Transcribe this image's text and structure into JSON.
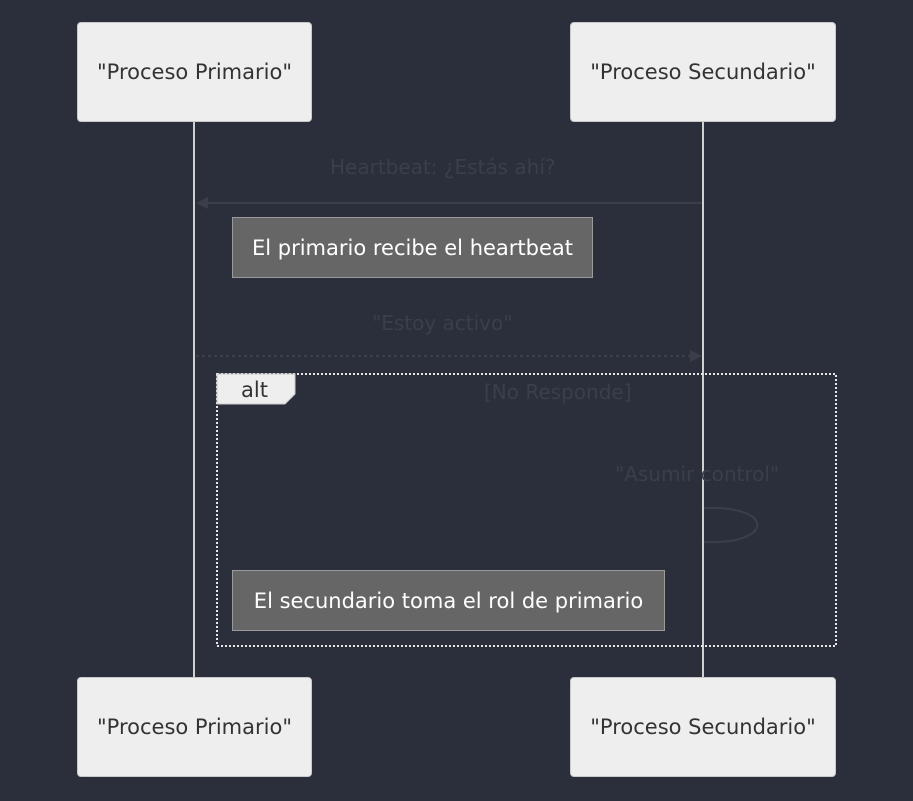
{
  "participants": {
    "primary": "\"Proceso Primario\"",
    "secondary": "\"Proceso Secundario\""
  },
  "messages": {
    "heartbeat": "Heartbeat: ¿Estás ahí?",
    "active": "\"Estoy activo\"",
    "takeover": "\"Asumir control\""
  },
  "notes": {
    "primary_receives": "El primario recibe el heartbeat",
    "secondary_takes_role": "El secundario toma el rol de primario"
  },
  "alt_block": {
    "keyword": "alt",
    "condition": "[No Responde]"
  },
  "colors": {
    "background": "#2a2f3b",
    "actor_fill": "#eeeeee",
    "note_fill": "#666666",
    "lifeline": "#d0d0d0",
    "message": "#3a3f49"
  }
}
